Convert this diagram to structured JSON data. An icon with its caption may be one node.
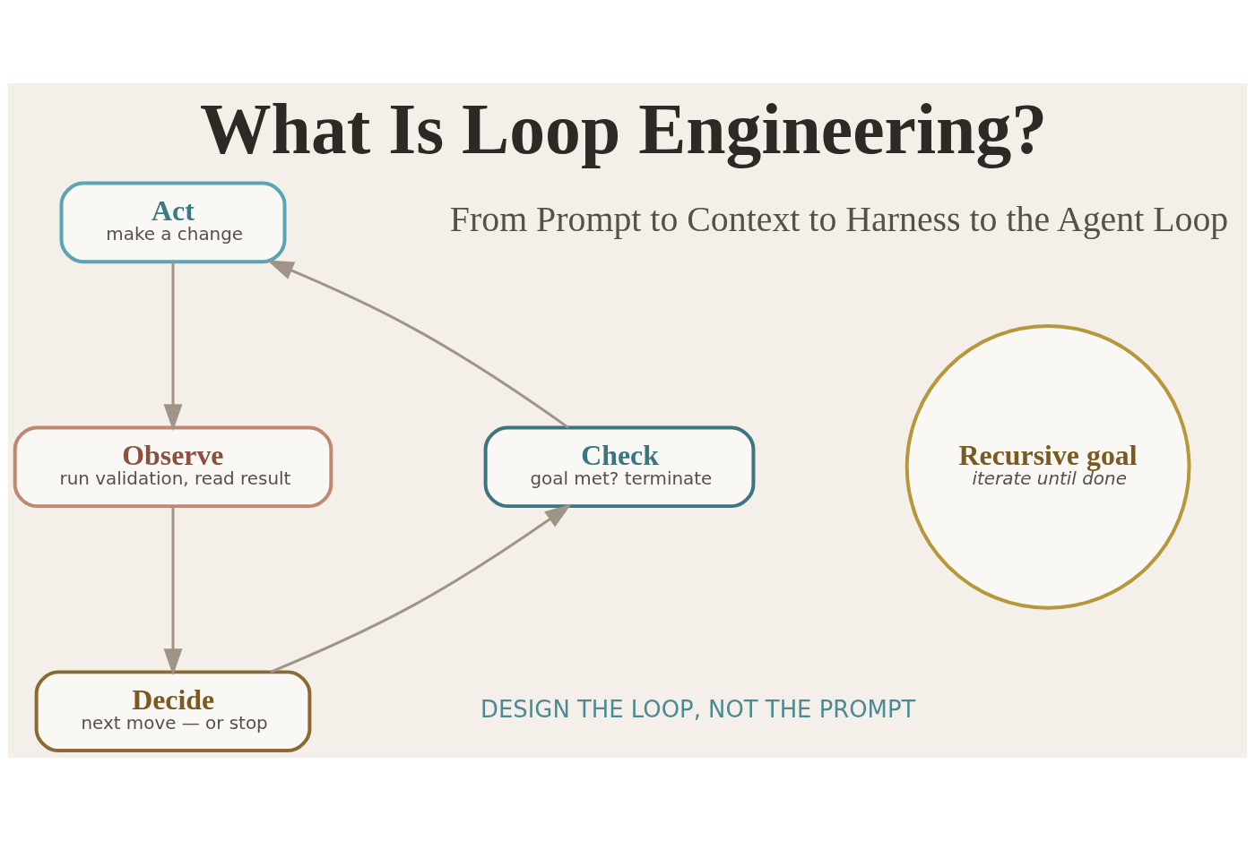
{
  "diagram": {
    "title": "What Is Loop Engineering?",
    "nodes": [
      {
        "text": [
          "Act",
          "make a change"
        ]
      },
      {
        "text": [
          "Observe",
          "run validation, read result"
        ]
      },
      {
        "text": [
          "Decide",
          "next move — or stop"
        ]
      },
      {
        "text": [
          "Check",
          "goal met? terminate"
        ]
      },
      {
        "text": [
          "Recursive goal",
          "iterate until done"
        ]
      }
    ],
    "edges": [
      {
        "from": 0,
        "to": 1,
        "arrow": "to"
      },
      {
        "from": 1,
        "to": 2,
        "arrow": "to"
      },
      {
        "from": 2,
        "to": 3,
        "arrow": "to"
      },
      {
        "from": 3,
        "to": 0,
        "arrow": "to"
      }
    ],
    "labels": [
      "From Prompt to Context to Harness to the Agent Loop",
      "DESIGN THE LOOP, NOT THE PROMPT"
    ]
  }
}
